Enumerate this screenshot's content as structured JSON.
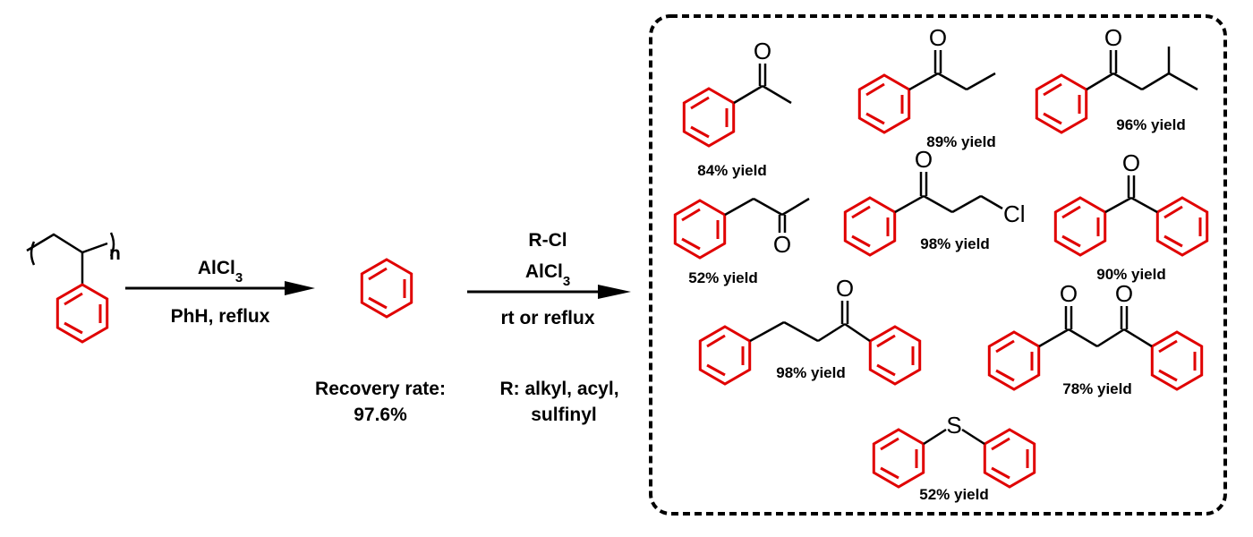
{
  "monomer_repeat": "n",
  "step1": {
    "reagent": "AlCl",
    "reagent_sub": "3",
    "conditions": "PhH, reflux"
  },
  "recovery": {
    "line1": "Recovery rate:",
    "line2": "97.6%"
  },
  "step2": {
    "reagent_top": "R-Cl",
    "reagent_mid": "AlCl",
    "reagent_mid_sub": "3",
    "conditions": "rt or reflux"
  },
  "r_groups": {
    "line1": "R:  alkyl, acyl,",
    "line2": "sulfinyl"
  },
  "atoms": {
    "oxygen": "O",
    "chlorine": "Cl",
    "sulfur": "S"
  },
  "products": [
    {
      "yield": "84% yield"
    },
    {
      "yield": "89% yield"
    },
    {
      "yield": "96% yield"
    },
    {
      "yield": "52% yield"
    },
    {
      "yield": "98% yield"
    },
    {
      "yield": "90% yield"
    },
    {
      "yield": "98% yield"
    },
    {
      "yield": "78% yield"
    },
    {
      "yield": "52% yield"
    }
  ],
  "colors": {
    "ring": "#e00000",
    "bond": "#000000"
  }
}
